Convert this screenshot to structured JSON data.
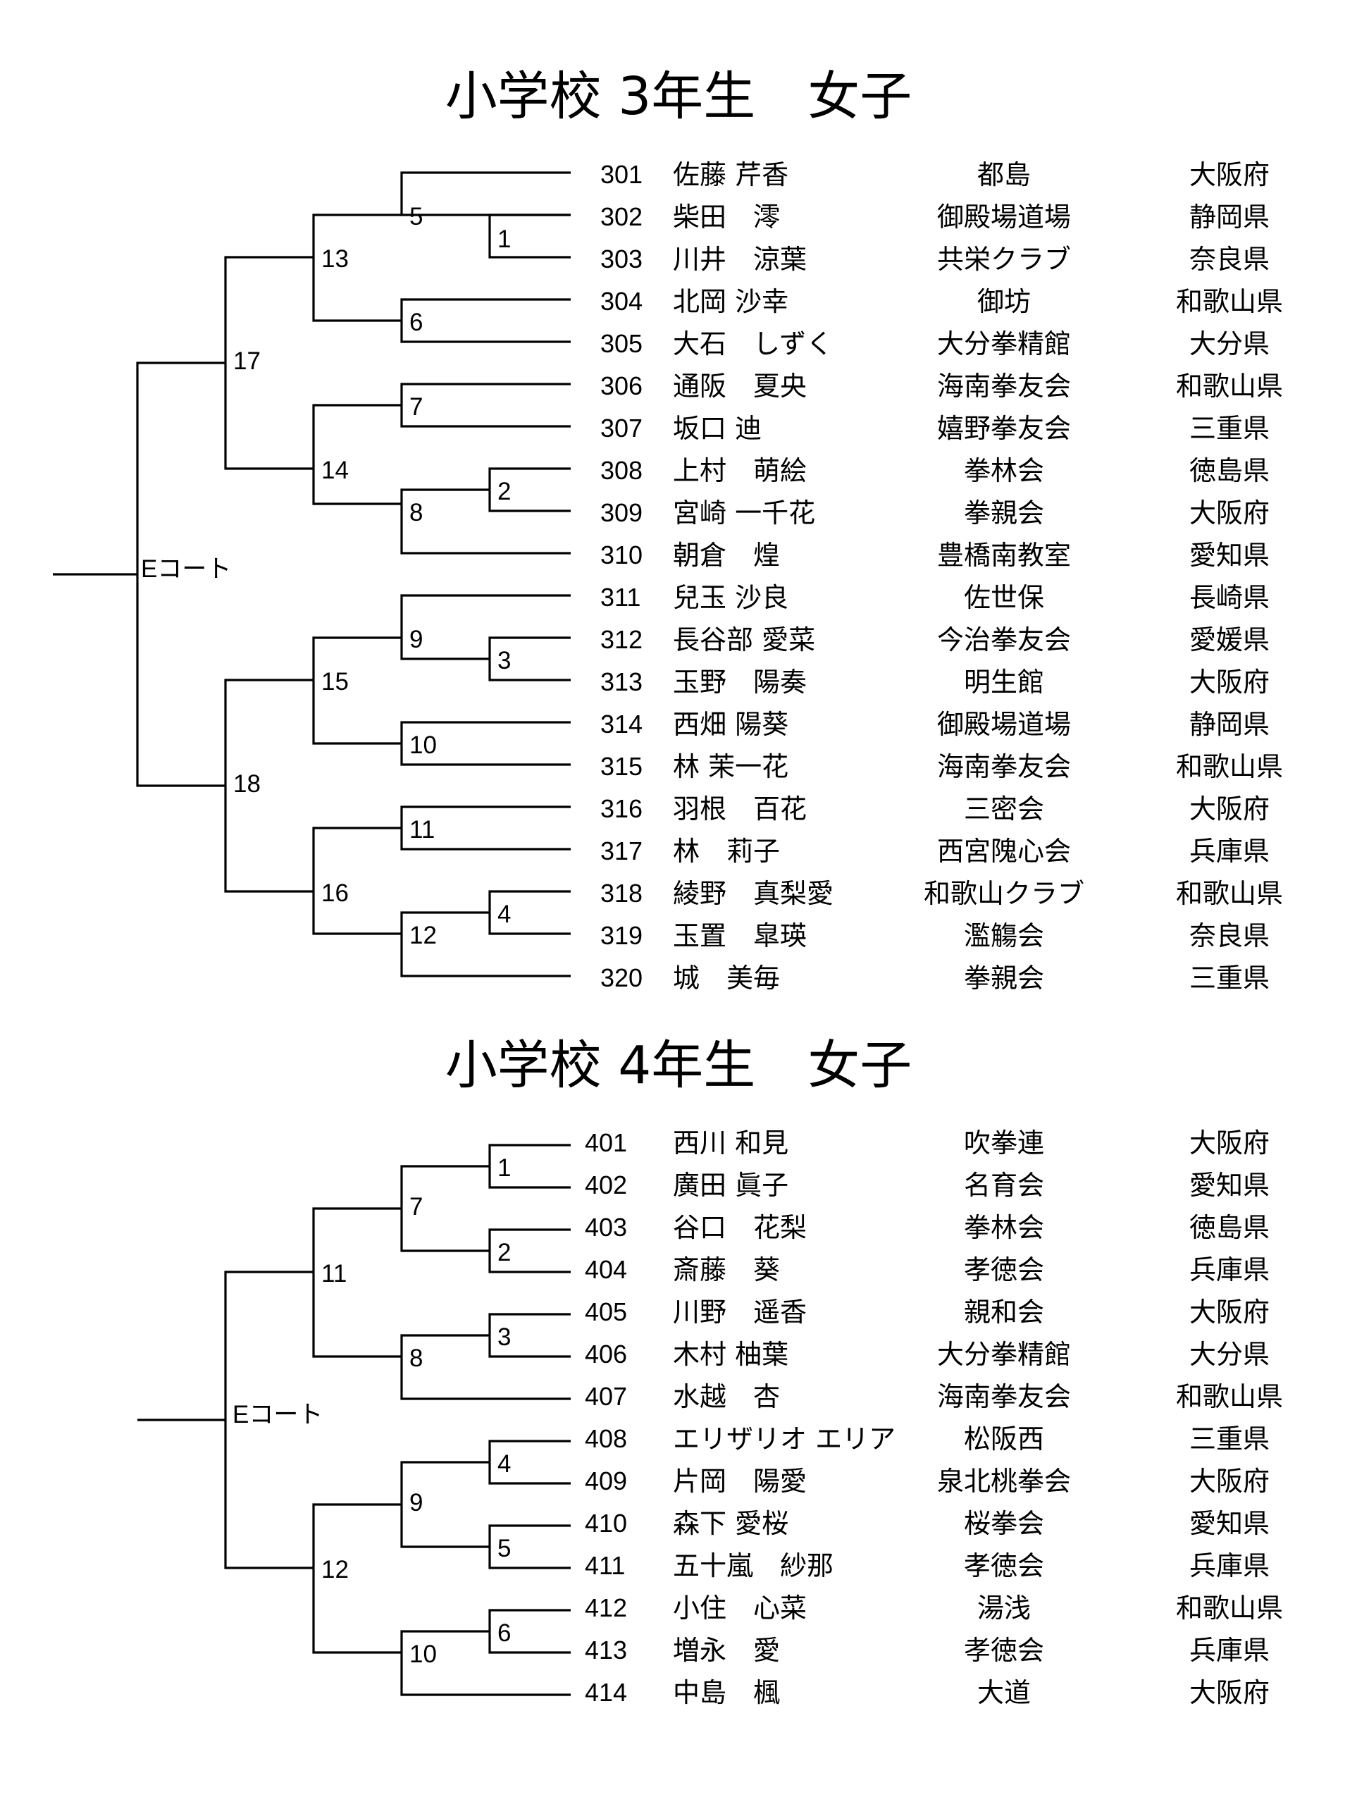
{
  "sections": [
    {
      "title": "小学校 3年生　女子",
      "court_label": "Eコート",
      "round_labels": [
        "5",
        "1",
        "13",
        "6",
        "17",
        "7",
        "14",
        "2",
        "8",
        "9",
        "3",
        "15",
        "10",
        "18",
        "11",
        "16",
        "4",
        "12"
      ],
      "entries": [
        {
          "number": "301",
          "name": "佐藤 芹香",
          "club": "都島",
          "prefecture": "大阪府"
        },
        {
          "number": "302",
          "name": "柴田　澪",
          "club": "御殿場道場",
          "prefecture": "静岡県"
        },
        {
          "number": "303",
          "name": "川井　涼葉",
          "club": "共栄クラブ",
          "prefecture": "奈良県"
        },
        {
          "number": "304",
          "name": "北岡 沙幸",
          "club": "御坊",
          "prefecture": "和歌山県"
        },
        {
          "number": "305",
          "name": "大石　しずく",
          "club": "大分拳精館",
          "prefecture": "大分県"
        },
        {
          "number": "306",
          "name": "通阪　夏央",
          "club": "海南拳友会",
          "prefecture": "和歌山県"
        },
        {
          "number": "307",
          "name": "坂口 迪",
          "club": "嬉野拳友会",
          "prefecture": "三重県"
        },
        {
          "number": "308",
          "name": "上村　萌絵",
          "club": "拳林会",
          "prefecture": "徳島県"
        },
        {
          "number": "309",
          "name": "宮崎 一千花",
          "club": "拳親会",
          "prefecture": "大阪府"
        },
        {
          "number": "310",
          "name": "朝倉　煌",
          "club": "豊橋南教室",
          "prefecture": "愛知県"
        },
        {
          "number": "311",
          "name": "兒玉 沙良",
          "club": "佐世保",
          "prefecture": "長崎県"
        },
        {
          "number": "312",
          "name": "長谷部 愛菜",
          "club": "今治拳友会",
          "prefecture": "愛媛県"
        },
        {
          "number": "313",
          "name": "玉野　陽奏",
          "club": "明生館",
          "prefecture": "大阪府"
        },
        {
          "number": "314",
          "name": "西畑 陽葵",
          "club": "御殿場道場",
          "prefecture": "静岡県"
        },
        {
          "number": "315",
          "name": "林 茉一花",
          "club": "海南拳友会",
          "prefecture": "和歌山県"
        },
        {
          "number": "316",
          "name": "羽根　百花",
          "club": "三密会",
          "prefecture": "大阪府"
        },
        {
          "number": "317",
          "name": "林　莉子",
          "club": "西宮隗心会",
          "prefecture": "兵庫県"
        },
        {
          "number": "318",
          "name": "綾野　真梨愛",
          "club": "和歌山クラブ",
          "prefecture": "和歌山県"
        },
        {
          "number": "319",
          "name": "玉置　皐瑛",
          "club": "濫觴会",
          "prefecture": "奈良県"
        },
        {
          "number": "320",
          "name": "城　美毎",
          "club": "拳親会",
          "prefecture": "三重県"
        }
      ]
    },
    {
      "title": "小学校 4年生　女子",
      "court_label": "Eコート",
      "round_labels": [
        "1",
        "7",
        "2",
        "11",
        "3",
        "8",
        "4",
        "9",
        "5",
        "12",
        "6",
        "10"
      ],
      "entries": [
        {
          "number": "401",
          "name": "西川 和見",
          "club": "吹拳連",
          "prefecture": "大阪府"
        },
        {
          "number": "402",
          "name": "廣田 眞子",
          "club": "名育会",
          "prefecture": "愛知県"
        },
        {
          "number": "403",
          "name": "谷口　花梨",
          "club": "拳林会",
          "prefecture": "徳島県"
        },
        {
          "number": "404",
          "name": "斎藤　葵",
          "club": "孝徳会",
          "prefecture": "兵庫県"
        },
        {
          "number": "405",
          "name": "川野　遥香",
          "club": "親和会",
          "prefecture": "大阪府"
        },
        {
          "number": "406",
          "name": "木村 柚葉",
          "club": "大分拳精館",
          "prefecture": "大分県"
        },
        {
          "number": "407",
          "name": "水越　杏",
          "club": "海南拳友会",
          "prefecture": "和歌山県"
        },
        {
          "number": "408",
          "name": "エリザリオ エリア",
          "club": "松阪西",
          "prefecture": "三重県"
        },
        {
          "number": "409",
          "name": "片岡　陽愛",
          "club": "泉北桃拳会",
          "prefecture": "大阪府"
        },
        {
          "number": "410",
          "name": "森下 愛桜",
          "club": "桜拳会",
          "prefecture": "愛知県"
        },
        {
          "number": "411",
          "name": "五十嵐　紗那",
          "club": "孝徳会",
          "prefecture": "兵庫県"
        },
        {
          "number": "412",
          "name": "小住　心菜",
          "club": "湯浅",
          "prefecture": "和歌山県"
        },
        {
          "number": "413",
          "name": "増永　愛",
          "club": "孝徳会",
          "prefecture": "兵庫県"
        },
        {
          "number": "414",
          "name": "中島　楓",
          "club": "大道",
          "prefecture": "大阪府"
        }
      ]
    }
  ]
}
